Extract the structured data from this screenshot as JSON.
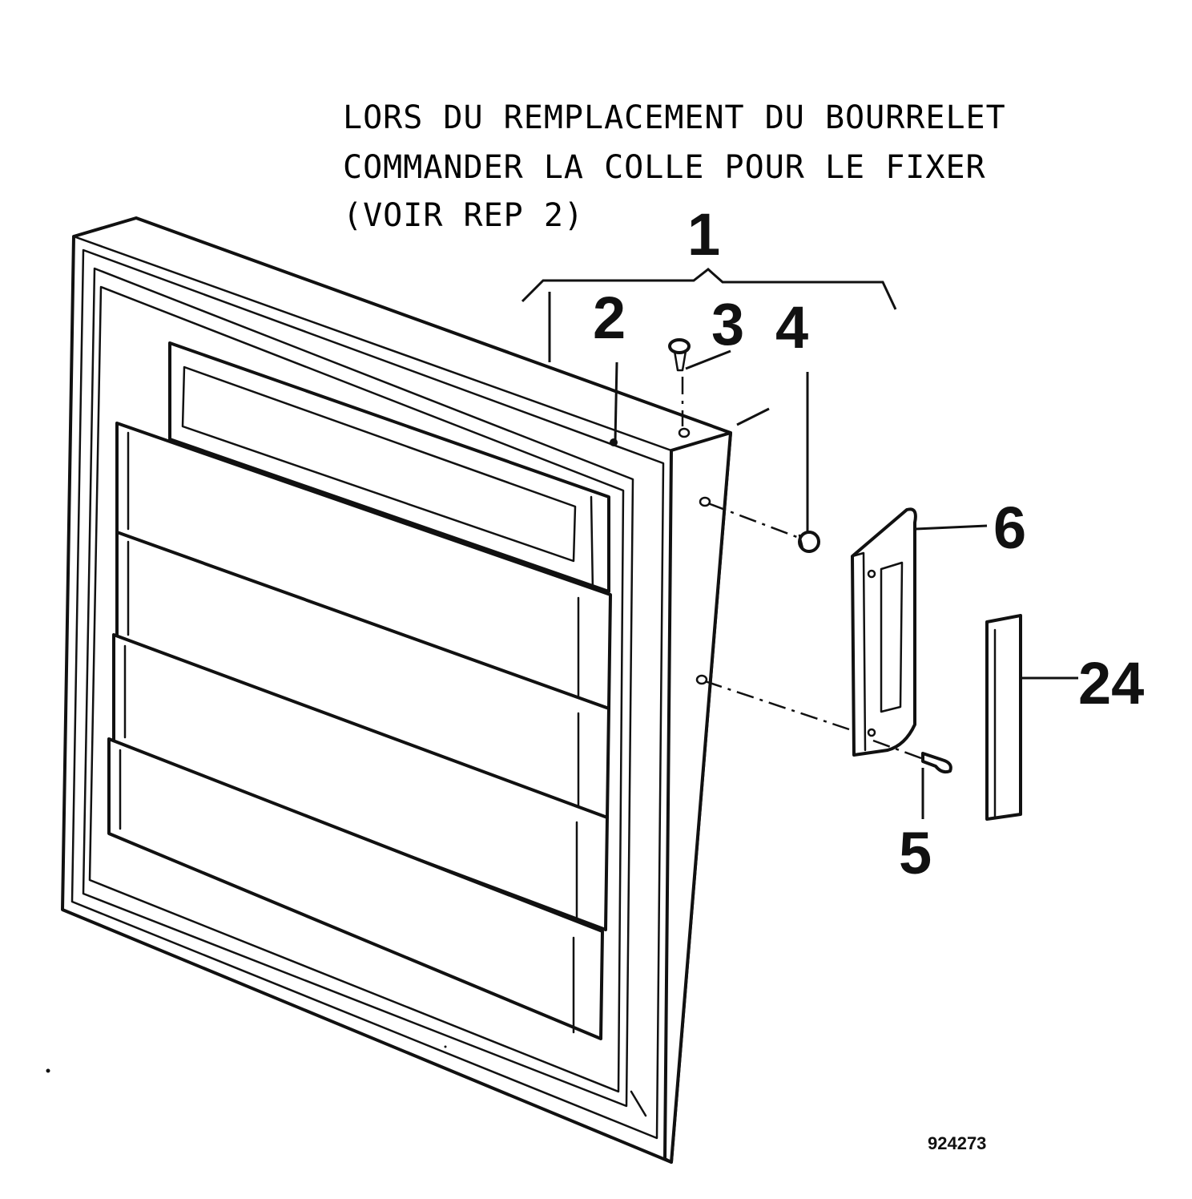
{
  "note": {
    "line1": "LORS DU REMPLACEMENT DU BOURRELET",
    "line2": "COMMANDER LA COLLE POUR LE FIXER",
    "line3": "(VOIR REP 2)"
  },
  "callouts": {
    "door_assembly": "1",
    "gasket": "2",
    "pin": "3",
    "screw_top": "4",
    "screw_bottom": "5",
    "handle": "6",
    "handle_insert": "24"
  },
  "drawing_reference": "924273"
}
